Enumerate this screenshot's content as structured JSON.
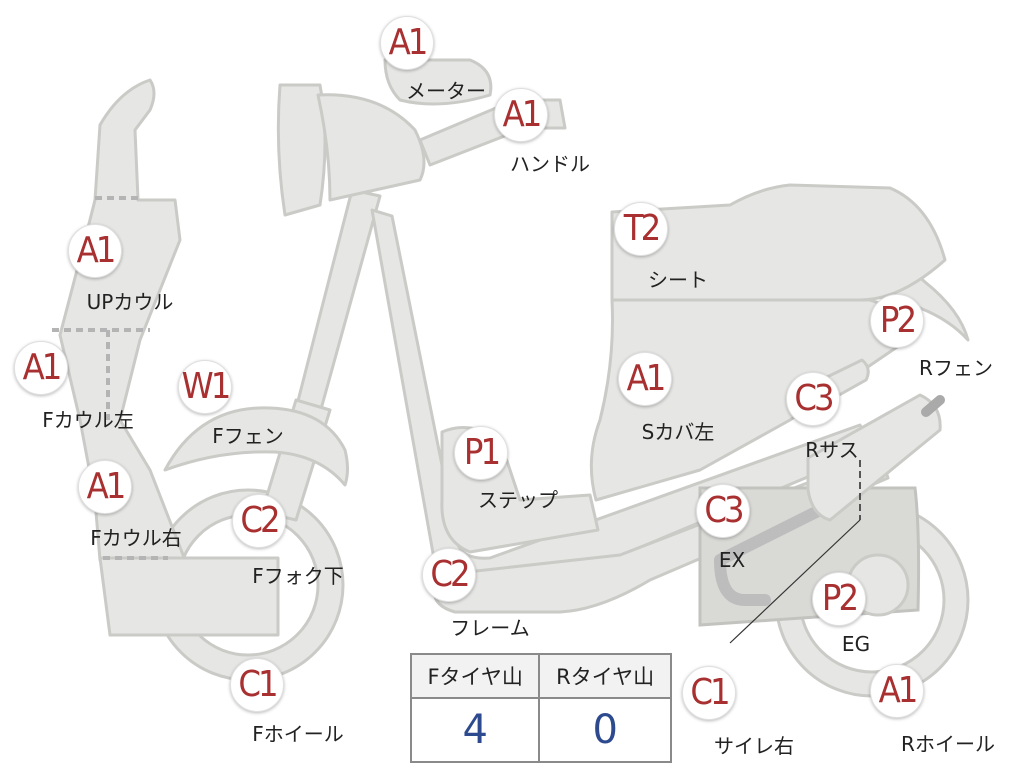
{
  "parts": [
    {
      "code": "A1",
      "label": "メーター"
    },
    {
      "code": "A1",
      "label": "ハンドル"
    },
    {
      "code": "A1",
      "label": "UPカウル"
    },
    {
      "code": "A1",
      "label": "Fカウル左"
    },
    {
      "code": "A1",
      "label": "Fカウル右"
    },
    {
      "code": "W1",
      "label": "Fフェン"
    },
    {
      "code": "C2",
      "label": "Fフォク下"
    },
    {
      "code": "C1",
      "label": "Fホイール"
    },
    {
      "code": "T2",
      "label": "シート"
    },
    {
      "code": "P2",
      "label": "Rフェン"
    },
    {
      "code": "A1",
      "label": "Sカバ左"
    },
    {
      "code": "C3",
      "label": "Rサス"
    },
    {
      "code": "P1",
      "label": "ステップ"
    },
    {
      "code": "C3",
      "label": "EX"
    },
    {
      "code": "C2",
      "label": "フレーム"
    },
    {
      "code": "P2",
      "label": "EG"
    },
    {
      "code": "C1",
      "label": "サイレ右"
    },
    {
      "code": "A1",
      "label": "Rホイール"
    }
  ],
  "tire_table": {
    "headers": [
      "Fタイヤ山",
      "Rタイヤ山"
    ],
    "values": [
      "4",
      "0"
    ]
  },
  "colors": {
    "badge_text": "#a83030",
    "table_value": "#2d4a8f",
    "part_fill": "#e6e6e4"
  }
}
